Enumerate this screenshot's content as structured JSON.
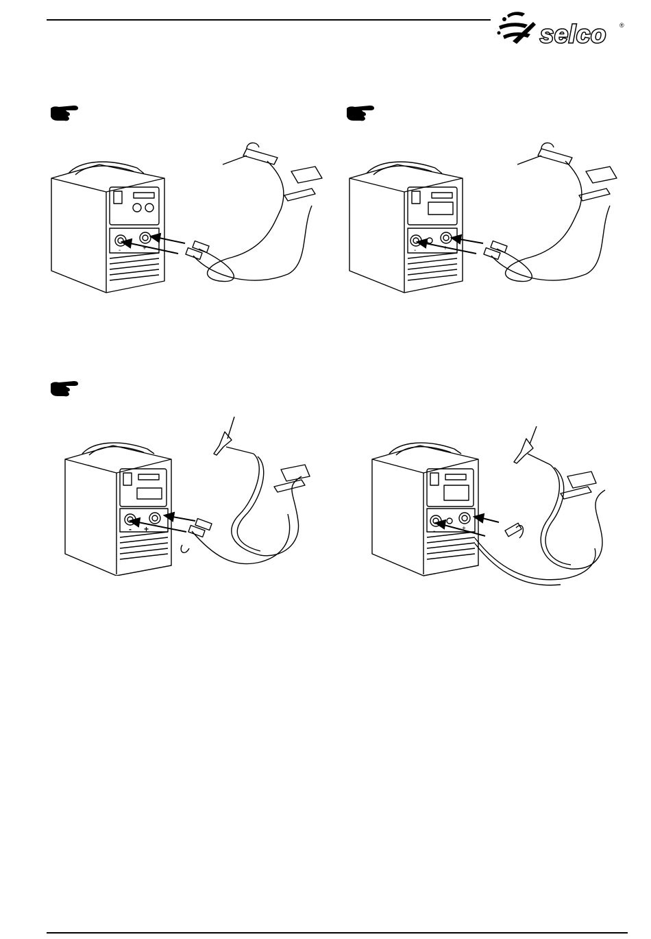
{
  "header": {
    "brand": "selco",
    "registered_mark": "®"
  },
  "figures": [
    {
      "id": "mma-direct",
      "panel_labels": [
        "+",
        "-"
      ]
    },
    {
      "id": "mma-reverse",
      "panel_labels": [
        "+",
        "-"
      ]
    },
    {
      "id": "tig-lift",
      "panel_labels": [
        "-",
        "+"
      ]
    },
    {
      "id": "tig-hf",
      "panel_labels": [
        "-",
        "+"
      ]
    }
  ],
  "icons": [
    "pointing-hand-icon",
    "pointing-hand-icon",
    "pointing-hand-icon"
  ]
}
